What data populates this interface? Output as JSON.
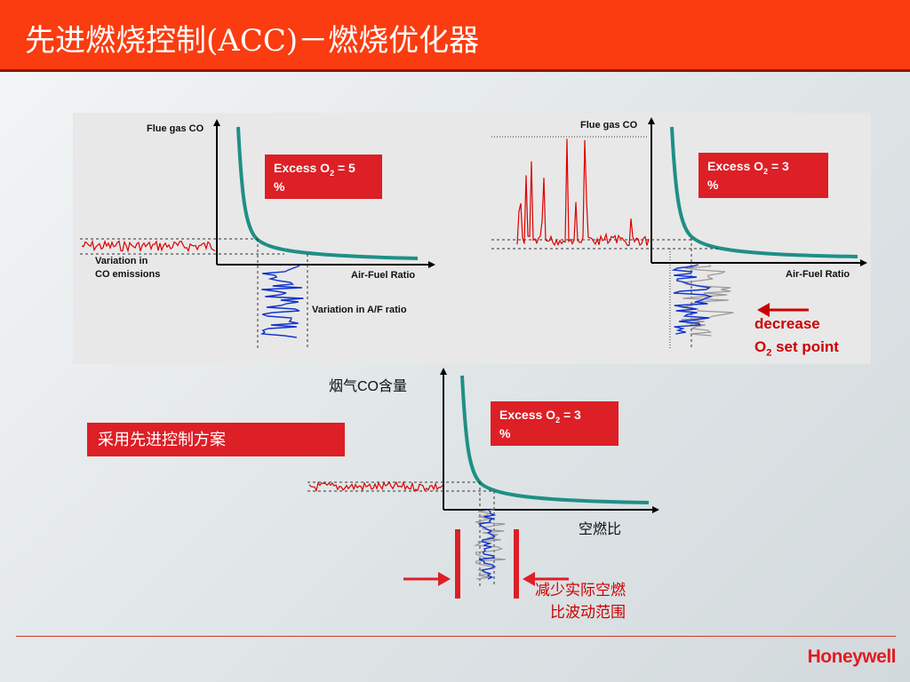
{
  "header": {
    "title": "先进燃烧控制(ACC)－燃烧优化器"
  },
  "diagram_left": {
    "y_axis_label": "Flue gas CO",
    "x_axis_label": "Air-Fuel Ratio",
    "callout_line1": "Excess O",
    "callout_sub": "2",
    "callout_line1_end": " = 5",
    "callout_line2": "%",
    "variation_co_1": "Variation in",
    "variation_co_2": "CO emissions",
    "variation_af": "Variation in A/F ratio"
  },
  "diagram_right": {
    "y_axis_label": "Flue gas CO",
    "x_axis_label": "Air-Fuel Ratio",
    "callout_line1": "Excess O",
    "callout_sub": "2",
    "callout_line1_end": " = 3",
    "callout_line2": "%",
    "decrease_1": "decrease",
    "decrease_2a": "O",
    "decrease_sub": "2",
    "decrease_2b": " set point"
  },
  "diagram_bottom": {
    "y_axis_label": "烟气CO含量",
    "x_axis_label": "空燃比",
    "callout_line1": "Excess O",
    "callout_sub": "2",
    "callout_line1_end": " = 3",
    "callout_line2": "%",
    "note_1": "减少实际空燃",
    "note_2": "比波动范围"
  },
  "scheme_label": "采用先进控制方案",
  "footer": {
    "brand": "Honeywell"
  },
  "colors": {
    "accent": "#fa3c10",
    "curve": "#1f8f87",
    "noise_red": "#dd0000",
    "noise_blue": "#1133cc",
    "noise_gray": "#999999"
  }
}
